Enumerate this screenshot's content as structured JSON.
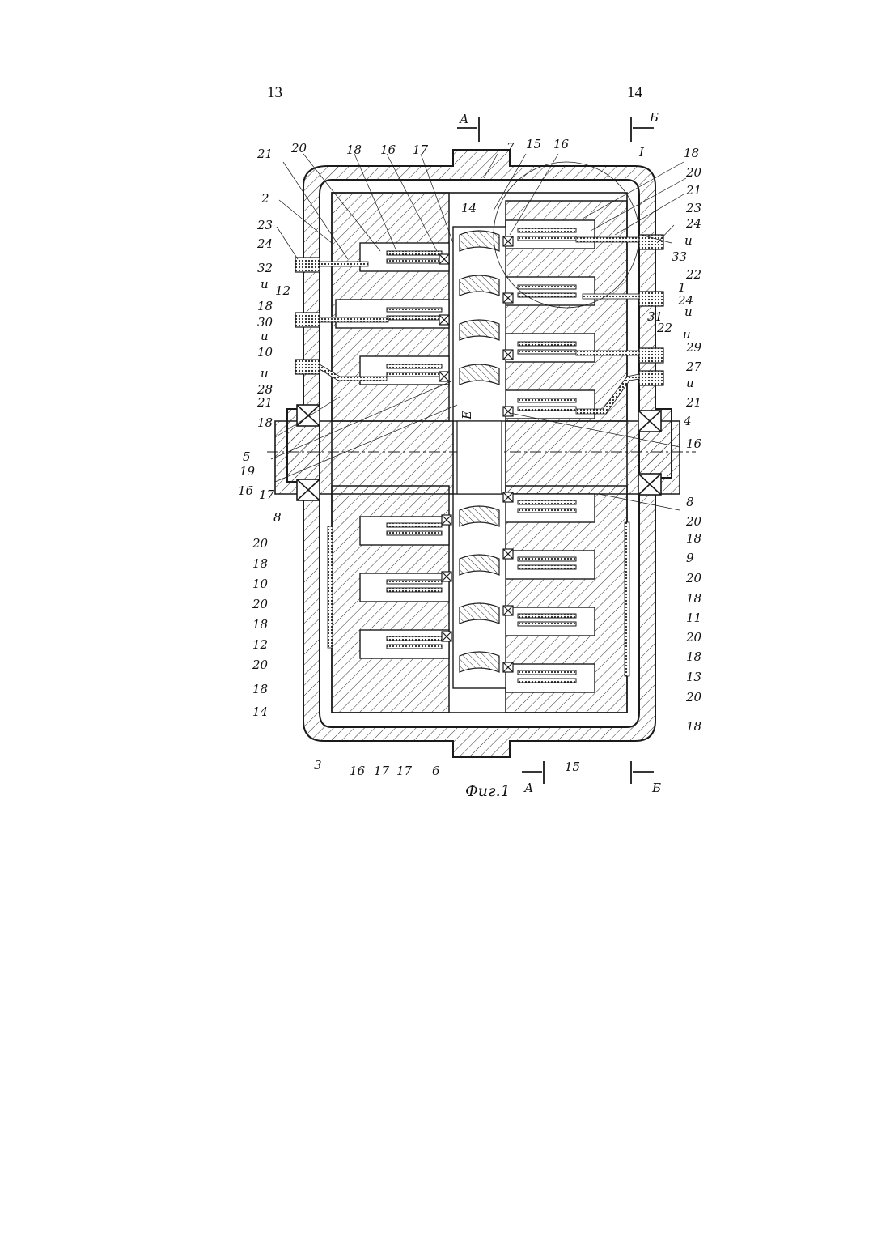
{
  "page_numbers": {
    "left": "13",
    "right": "14"
  },
  "caption": "Фиг.1",
  "section_marks": {
    "a": "А",
    "b": "Б"
  },
  "detail_mark": "I",
  "dimension_mark": "Е",
  "colors": {
    "ink": "#1a1a1a",
    "hatch": "#333333",
    "paper": "#ffffff"
  },
  "labels_left": [
    "21",
    "20",
    "18",
    "16",
    "17",
    "2",
    "23",
    "24",
    "32",
    "и",
    "12",
    "18",
    "30",
    "и",
    "10",
    "и",
    "28",
    "21",
    "18",
    "5",
    "19",
    "16",
    "17",
    "8",
    "20",
    "18",
    "10",
    "20",
    "18",
    "12",
    "20",
    "18",
    "14",
    "3",
    "16",
    "17",
    "17",
    "6"
  ],
  "labels_right": [
    "7",
    "15",
    "16",
    "18",
    "20",
    "21",
    "23",
    "24",
    "и",
    "33",
    "22",
    "1",
    "24",
    "и",
    "31",
    "22",
    "и",
    "29",
    "27",
    "и",
    "21",
    "4",
    "16",
    "8",
    "20",
    "18",
    "9",
    "20",
    "18",
    "11",
    "20",
    "18",
    "13",
    "20",
    "18",
    "15"
  ],
  "labels_top_inner": [
    "14"
  ]
}
